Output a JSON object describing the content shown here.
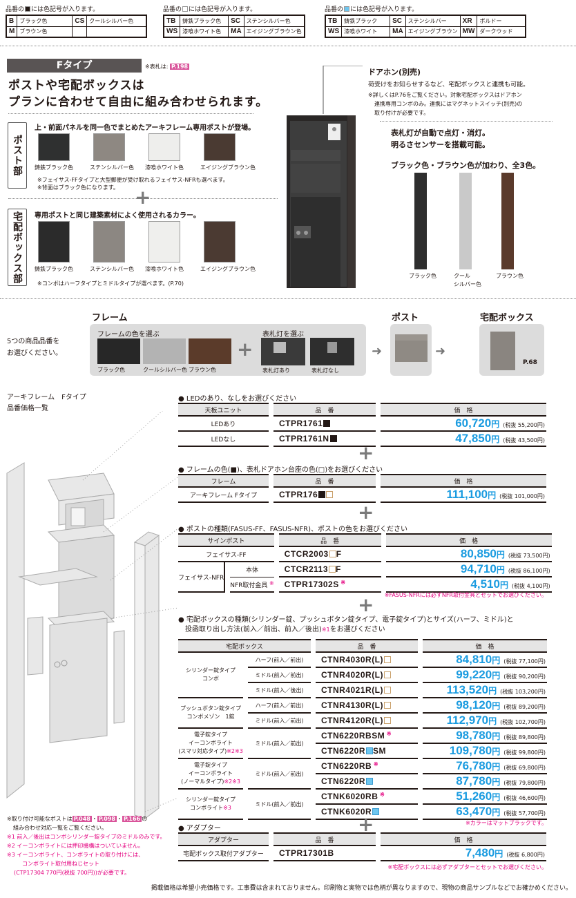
{
  "legends": [
    {
      "caption_pre": "品番の",
      "caption_post": "には色記号が入ります。",
      "swatch": "#231815",
      "rows": [
        [
          "B",
          "ブラック色",
          "CS",
          "クールシルバー色"
        ],
        [
          "M",
          "ブラウン色",
          "",
          ""
        ]
      ]
    },
    {
      "caption_pre": "品番の",
      "caption_post": "には色記号が入ります。",
      "swatch": "#ffffff",
      "rows": [
        [
          "TB",
          "鋳鉄ブラック色",
          "SC",
          "ステンシルバー色"
        ],
        [
          "WS",
          "漆喰ホワイト色",
          "MA",
          "エイジングブラウン色"
        ]
      ]
    },
    {
      "caption_pre": "品番の",
      "caption_post": "には色記号が入ります。",
      "swatch": "#6ec6ef",
      "rows": [
        [
          "TB",
          "鋳鉄ブラック",
          "SC",
          "ステンシルバー",
          "XR",
          "ボルドー"
        ],
        [
          "WS",
          "漆喰ホワイト",
          "MA",
          "エイジングブラウン",
          "MW",
          "ダークウッド"
        ]
      ]
    }
  ],
  "banner": {
    "title": "Fタイプ",
    "nameplate_note": "※表札は:",
    "nameplate_page": "P.198"
  },
  "headline": [
    "ポストや宅配ボックスは",
    "プランに合わせて自由に組み合わせられます。"
  ],
  "post_section": {
    "label": "ポスト部",
    "title": "上・前面パネルを同一色でまとめたアーキフレーム専用ポストが登場。",
    "colors": [
      {
        "name": "鋳鉄ブラック色",
        "hex": "#2f3030"
      },
      {
        "name": "ステンシルバー色",
        "hex": "#8e8882"
      },
      {
        "name": "漆喰ホワイト色",
        "hex": "#eeeeec"
      },
      {
        "name": "エイジングブラウン色",
        "hex": "#4a3a32"
      }
    ],
    "notes": [
      "※フェイサス-FFタイプと大型郵便が受け取れるフェイサス-NFRも選べます。",
      "※背面はブラック色になります。"
    ]
  },
  "box_section": {
    "label": "宅配ボックス部",
    "title": "専用ポストと同じ建築素材によく使用されるカラー。",
    "colors": [
      {
        "name": "鋳鉄ブラック色",
        "hex": "#2b2b2b"
      },
      {
        "name": "ステンシルバー色",
        "hex": "#8c8782"
      },
      {
        "name": "漆喰ホワイト色",
        "hex": "#efefed"
      },
      {
        "name": "エイジングブラウン色",
        "hex": "#4b3a32"
      }
    ],
    "notes": [
      "※コンボはハーフタイプとミドルタイプが選べます。(P.70)"
    ]
  },
  "doorphone": {
    "title": "ドアホン(別売)",
    "desc": "荷受けをお知らせするなど、宅配ボックスと連携も可能。",
    "notes": [
      "※詳しくはP.76をご覧ください。対象宅配ボックスはドアホン",
      "連携専用コンボのみ。連携にはマグネットスイッチ(別売)の",
      "取り付けが必要です。"
    ]
  },
  "light": {
    "lines": [
      "表札灯が自動で点灯・消灯。",
      "明るさセンサーを搭載可能。"
    ],
    "colors_title": "ブラック色・ブラウン色が加わり、全3色。",
    "poles": [
      {
        "name": "ブラック色",
        "hex": "#2e2e2e"
      },
      {
        "name": "クール\nシルバー色",
        "hex": "#c9c9c9"
      },
      {
        "name": "ブラウン色",
        "hex": "#5a3a2b"
      }
    ]
  },
  "selection": {
    "intro": [
      "5つの商品品番を",
      "お選びください。"
    ],
    "frame_title": "フレーム",
    "frame_color_title": "フレームの色を選ぶ",
    "frame_colors": [
      {
        "name": "ブラック色",
        "hex": "#272727"
      },
      {
        "name": "クールシルバー色",
        "hex": "#b3b3b3"
      },
      {
        "name": "ブラウン色",
        "hex": "#5b3b2a"
      }
    ],
    "light_title": "表札灯を選ぶ",
    "light_options": [
      "表札灯あり",
      "表札灯なし"
    ],
    "post_title": "ポスト",
    "box_title": "宅配ボックス",
    "box_page": "P.68"
  },
  "price_list_title": [
    "アーキフレーム　Fタイプ",
    "品番価格一覧"
  ],
  "tables": {
    "led": {
      "title": "LEDのあり、なしをお選びください",
      "headers": [
        "天板ユニット",
        "品　番",
        "価　格"
      ],
      "rows": [
        {
          "name": "LEDあり",
          "code": "CTPR1761",
          "mk": "b",
          "price": "60,720",
          "yen": "円",
          "tax": "(税抜 55,200円)"
        },
        {
          "name": "LEDなし",
          "code": "CTPR1761N",
          "mk": "b",
          "price": "47,850",
          "yen": "円",
          "tax": "(税抜 43,500円)"
        }
      ]
    },
    "frame": {
      "title": "フレームの色(■)、表札ドアホン台座の色(□)をお選びください",
      "headers": [
        "フレーム",
        "品　番",
        "価　格"
      ],
      "rows": [
        {
          "name": "アーキフレーム Fタイプ",
          "code": "CTPR176",
          "mk": "bw",
          "price": "111,100",
          "yen": "円",
          "tax": "(税抜 101,000円)"
        }
      ]
    },
    "post": {
      "title": "ポストの種類(FASUS-FF、FASUS-NFR)、ポストの色をお選びください",
      "headers": [
        "サインポスト",
        "品　番",
        "価　格"
      ],
      "rows": [
        {
          "name": "フェイサス-FF",
          "code": "CTCR2003",
          "mk": "w",
          "suffix": "F",
          "price": "80,850",
          "yen": "円",
          "tax": "(税抜 73,500円)"
        },
        {
          "group": "フェイサス-NFR",
          "name": "本体",
          "code": "CTCR2113",
          "mk": "w",
          "suffix": "F",
          "price": "94,710",
          "yen": "円",
          "tax": "(税抜 86,100円)"
        },
        {
          "name": "NFR取付金具",
          "ast": "※",
          "code": "CTPR17302S",
          "price": "4,510",
          "yen": "円",
          "tax": "(税抜 4,100円)"
        }
      ],
      "note": "※FASUS-NFRには必ずNFR取付金具とセットでお選びください。"
    },
    "box": {
      "title": [
        "宅配ボックスの種類(シリンダー錠、プッシュボタン錠タイプ、電子錠タイプ)とサイズ(ハーフ、ミドル)と",
        "投函取り出し方法(前入／前出、前入／後出)"
      ],
      "title_ast": "※1",
      "title_end": "をお選びください",
      "headers": [
        "宅配ボックス",
        "品　番",
        "価　格"
      ],
      "groups": [
        {
          "name": [
            "シリンダー錠タイプ",
            "コンボ"
          ],
          "ast": "",
          "rows": [
            {
              "size": "ハーフ(前入／前出)",
              "code": "CTNR4030R(L)",
              "mk": "w",
              "price": "84,810",
              "tax": "(税抜 77,100円)"
            },
            {
              "size": "ミドル(前入／前出)",
              "code": "CTNR4020R(L)",
              "mk": "w",
              "price": "99,220",
              "tax": "(税抜 90,200円)"
            },
            {
              "size": "ミドル(前入／後出)",
              "code": "CTNR4021R(L)",
              "mk": "w",
              "price": "113,520",
              "tax": "(税抜 103,200円)"
            }
          ]
        },
        {
          "name": [
            "プッシュボタン錠タイプ",
            "コンボメゾン　1錠"
          ],
          "ast": "",
          "rows": [
            {
              "size": "ハーフ(前入／前出)",
              "code": "CTNR4130R(L)",
              "mk": "w",
              "price": "98,120",
              "tax": "(税抜 89,200円)"
            },
            {
              "size": "ミドル(前入／前出)",
              "code": "CTNR4120R(L)",
              "mk": "w",
              "price": "112,970",
              "tax": "(税抜 102,700円)"
            }
          ]
        },
        {
          "name": [
            "電子錠タイプ",
            "イーコンボライト",
            "(スマリ対応タイプ)"
          ],
          "ast": "※2※3",
          "size": "ミドル(前入／前出)",
          "rows": [
            {
              "code": "CTN6220RBSM",
              "ast": "※",
              "price": "98,780",
              "tax": "(税抜 89,800円)"
            },
            {
              "code": "CTN6220R",
              "mk": "l",
              "suffix": "SM",
              "price": "109,780",
              "tax": "(税抜 99,800円)"
            }
          ]
        },
        {
          "name": [
            "電子錠タイプ",
            "イーコンボライト",
            "(ノーマルタイプ)"
          ],
          "ast": "※2※3",
          "size": "ミドル(前入／前出)",
          "rows": [
            {
              "code": "CTN6220RB",
              "ast": "※",
              "price": "76,780",
              "tax": "(税抜 69,800円)"
            },
            {
              "code": "CTN6220R",
              "mk": "l",
              "price": "87,780",
              "tax": "(税抜 79,800円)"
            }
          ]
        },
        {
          "name": [
            "シリンダー錠タイプ",
            "コンボライト"
          ],
          "ast": "※3",
          "size": "ミドル(前入／前出)",
          "rows": [
            {
              "code": "CTNK6020RB",
              "ast": "※",
              "price": "51,260",
              "tax": "(税抜 46,600円)"
            },
            {
              "code": "CTNK6020R",
              "mk": "l",
              "price": "63,470",
              "tax": "(税抜 57,700円)"
            }
          ]
        }
      ],
      "yen": "円",
      "note": "※カラーはマットブラックです。"
    },
    "adapter": {
      "title": "アダプター",
      "headers": [
        "アダプター",
        "品　番",
        "価　格"
      ],
      "rows": [
        {
          "name": "宅配ボックス取付アダプター",
          "code": "CTPR17301B",
          "price": "7,480",
          "yen": "円",
          "tax": "(税抜 6,800円)"
        }
      ],
      "note": "※宅配ボックスには必ずアダプターとセットでお選びください。"
    }
  },
  "footnotes": {
    "post_pre": "※取り付け可能なポストは",
    "pages": [
      "P.048",
      "P.098",
      "P.166"
    ],
    "post_post": "の",
    "post_line2": "組み合わせ対応一覧をご覧ください。",
    "notes": [
      "※1 前入／後出はコンボシリンダー錠タイプのミドルのみです。",
      "※2 イーコンボライトには押印機構はついていません。",
      "※3 イーコンボライト、コンボライトの取り付けには、",
      "コンボライト取付用ねじセット",
      "(CTP17304 770円(税抜 700円))が必要です。"
    ]
  },
  "footer": "掲載価格は希望小売価格です。工事費は含まれておりません。印刷物と実物では色柄が異なりますので、現物の商品サンプルなどでお確かめください。",
  "colors": {
    "price_blue": "#1a9be0",
    "note_pink": "#e4007f",
    "banner_gray": "#595454"
  }
}
